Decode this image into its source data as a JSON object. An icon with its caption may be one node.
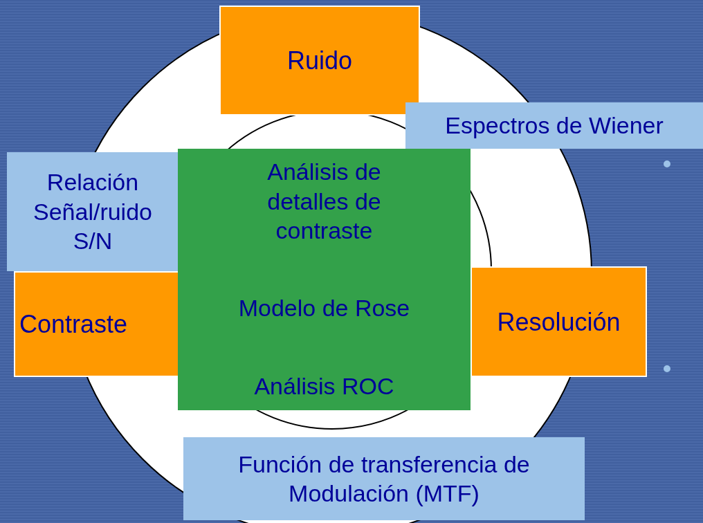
{
  "diagram": {
    "nodes": [
      {
        "text": [
          "Ruido"
        ]
      },
      {
        "text": [
          "Espectros de Wiener"
        ]
      },
      {
        "text": [
          "Relación Señal/ruido S/N"
        ]
      },
      {
        "text": [
          "Contraste"
        ]
      },
      {
        "text": [
          "Análisis de detalles de contraste",
          "Modelo de Rose",
          "Análisis ROC"
        ]
      },
      {
        "text": [
          "Resolución"
        ]
      },
      {
        "text": [
          "Función de transferencia de Modulación (MTF)"
        ]
      }
    ]
  }
}
